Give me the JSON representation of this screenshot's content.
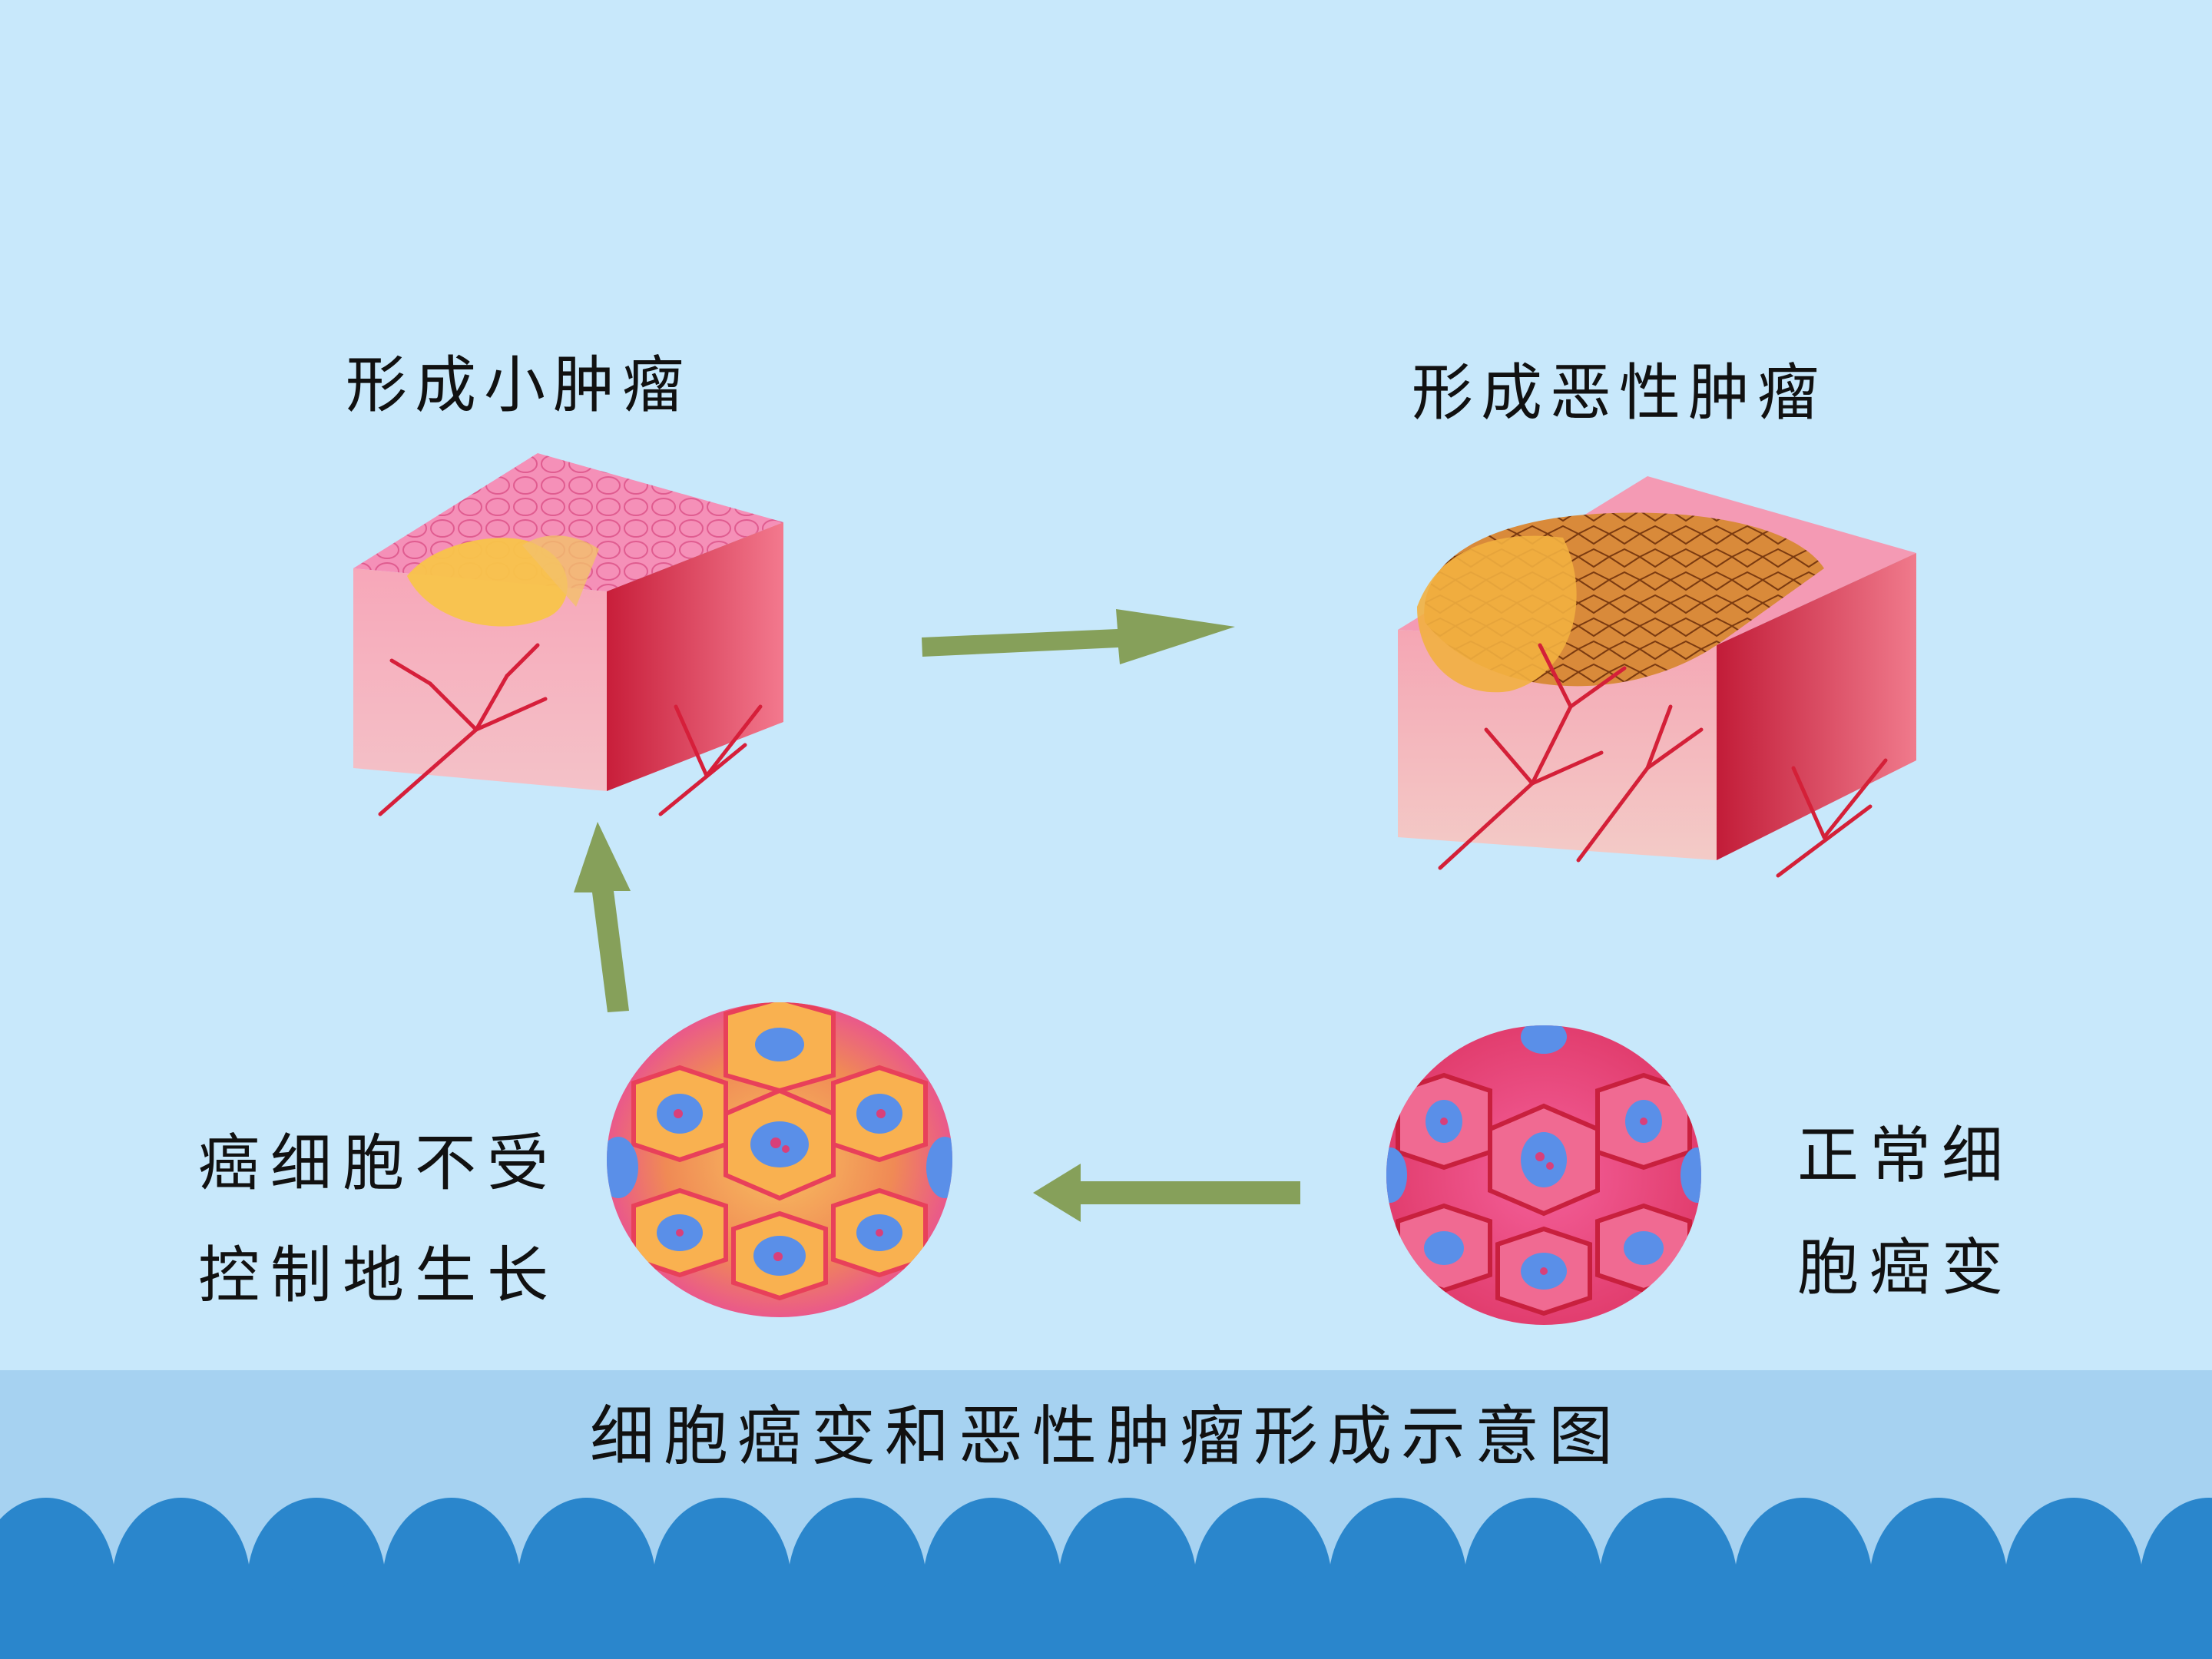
{
  "labels": {
    "small_tumor": "形成小肿瘤",
    "malignant_tumor": "形成恶性肿瘤",
    "cancer_uncontrolled": [
      "癌细胞不受",
      "控制地生长"
    ],
    "normal_cancerous": [
      "正常细",
      "胞癌变"
    ]
  },
  "caption": "细胞癌变和恶性肿瘤形成示意图",
  "colors": {
    "background": "#c8e8fb",
    "footer_band": "#a6d2f1",
    "wave_blue": "#2a86cc",
    "arrow_green": "#86a05a"
  },
  "icons": {
    "arrow_right": "arrow-right-icon",
    "arrow_up": "arrow-up-icon",
    "arrow_left": "arrow-left-icon"
  }
}
